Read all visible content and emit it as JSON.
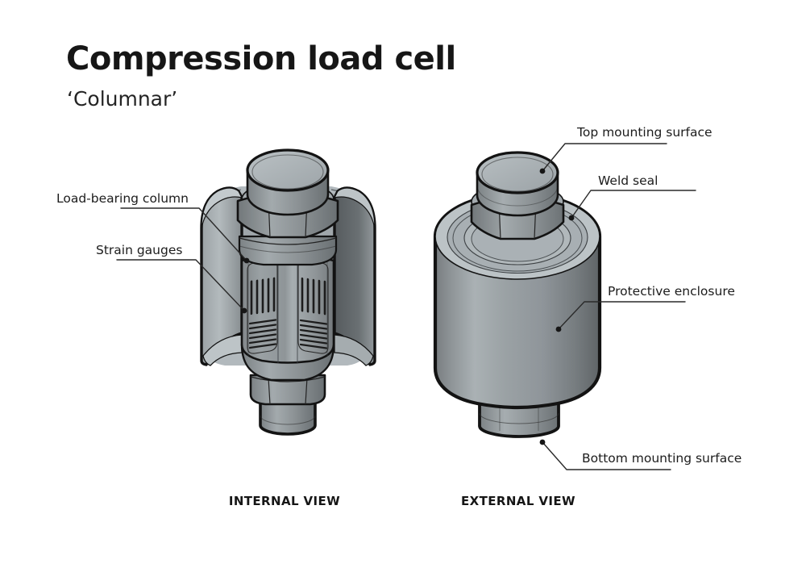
{
  "header": {
    "title": "Compression load cell",
    "subtitle": "‘Columnar’"
  },
  "labels": {
    "load_bearing_column": "Load-bearing column",
    "strain_gauges": "Strain gauges",
    "top_mounting_surface": "Top mounting surface",
    "weld_seal": "Weld seal",
    "protective_enclosure": "Protective enclosure",
    "bottom_mounting_surface": "Bottom mounting surface"
  },
  "captions": {
    "internal": "INTERNAL VIEW",
    "external": "EXTERNAL VIEW"
  },
  "palette": {
    "bg": "#ffffff",
    "text": "#161616",
    "outline": "#131313",
    "leader": "#2a2a2a",
    "metal_light": "#bcc3c6",
    "metal_mid": "#9aa1a5",
    "metal_dark": "#62686b",
    "inner_shell": "#b2b9bd"
  }
}
